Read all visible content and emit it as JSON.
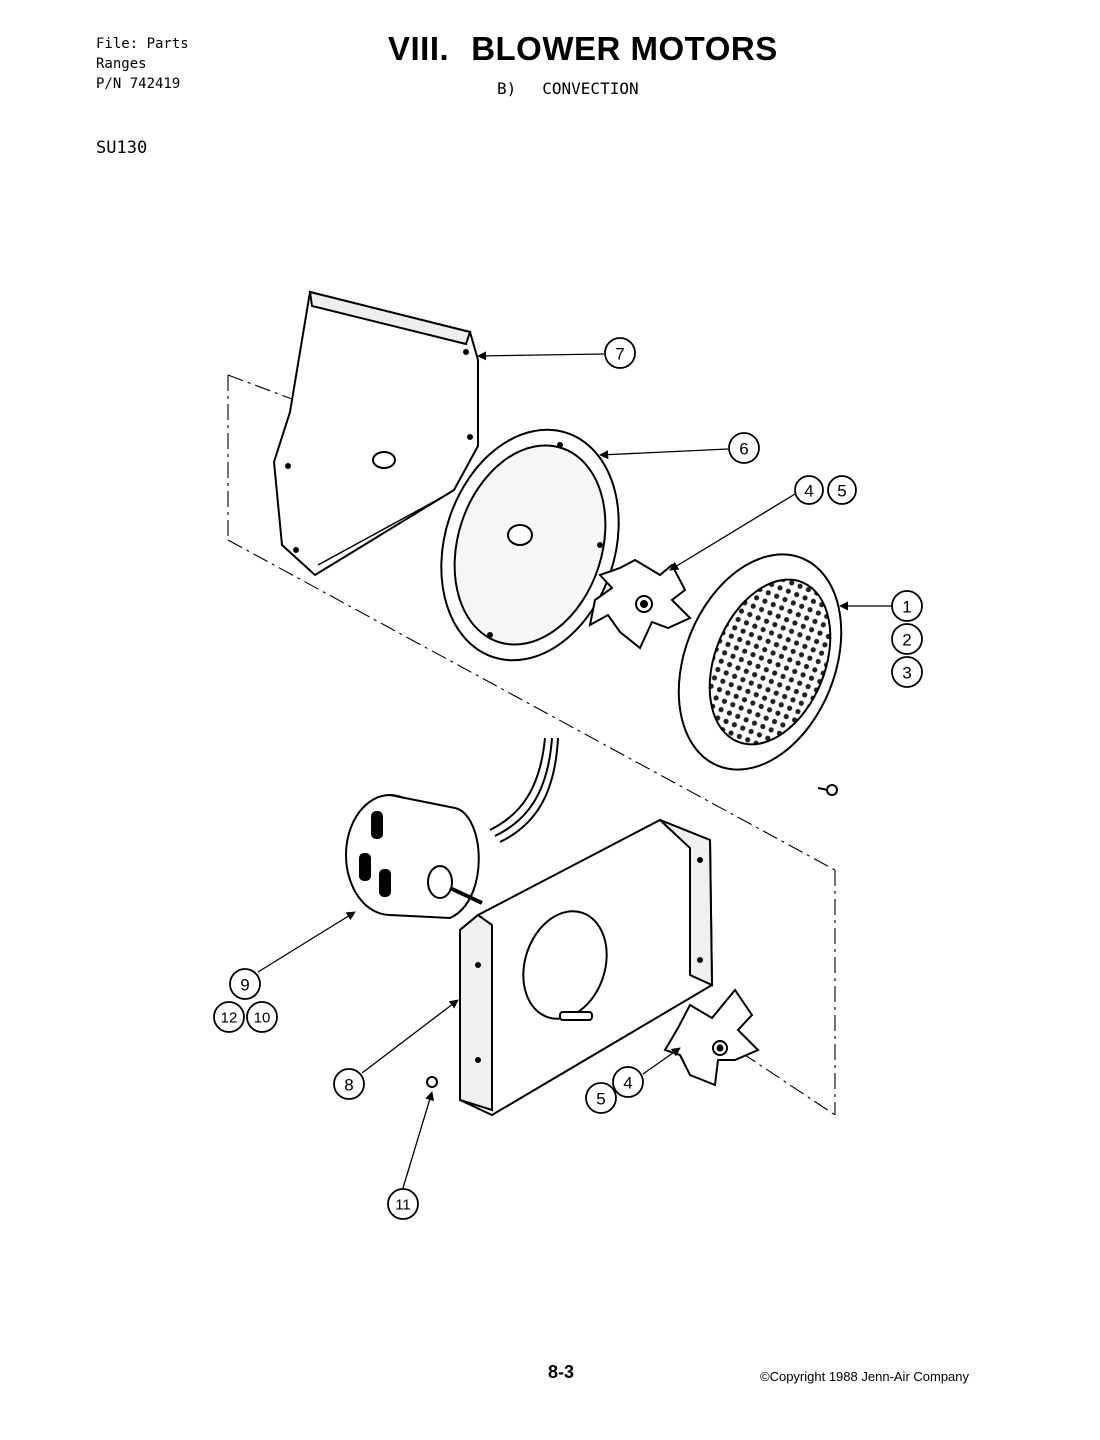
{
  "header": {
    "file_label": "File: Parts",
    "category": "Ranges",
    "part_number": "P/N 742419",
    "model": "SU130",
    "section": "VIII.",
    "title": "BLOWER MOTORS",
    "subsection": "B)",
    "subtitle": "CONVECTION"
  },
  "callouts": {
    "c1": "1",
    "c2": "2",
    "c3": "3",
    "c4a": "4",
    "c5a": "5",
    "c6": "6",
    "c7": "7",
    "c8": "8",
    "c9": "9",
    "c10": "10",
    "c11": "11",
    "c12": "12",
    "c4b": "4",
    "c5b": "5"
  },
  "footer": {
    "page": "8-3",
    "copyright": "©Copyright 1988 Jenn-Air Company"
  }
}
